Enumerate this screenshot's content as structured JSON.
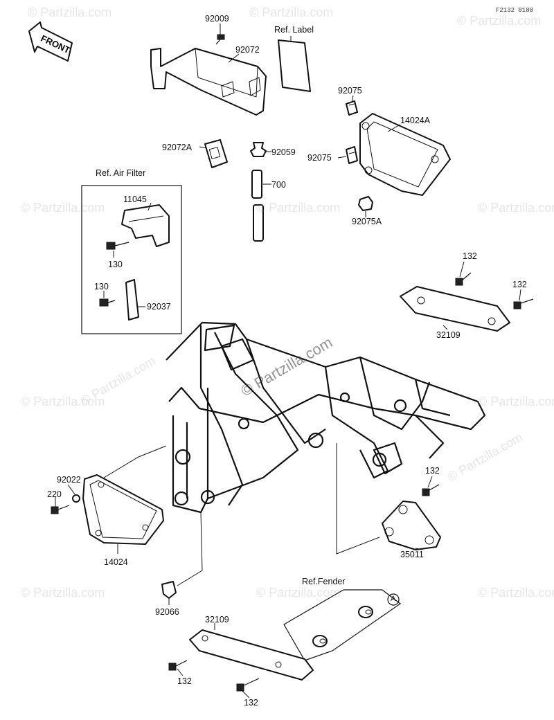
{
  "diagram_code": "F2132 0180",
  "front_arrow": "FRONT",
  "watermark": "© Partzilla.com",
  "watermark_small": "© Partzilla.com",
  "boxes": {
    "air_filter": "Ref. Air Filter",
    "fender": "Ref.Fender"
  },
  "labels": {
    "p92009": "92009",
    "ref_label": "Ref. Label",
    "p92072": "92072",
    "p92075_top": "92075",
    "p14024A": "14024A",
    "p92072A": "92072A",
    "p92059": "92059",
    "p92075_mid": "92075",
    "p700": "700",
    "p92075A": "92075A",
    "p11045": "11045",
    "p130_a": "130",
    "p130_b": "130",
    "p92037": "92037",
    "p132_a": "132",
    "p132_b": "132",
    "p32109_right": "32109",
    "p92022": "92022",
    "p220": "220",
    "p14024": "14024",
    "p132_c": "132",
    "p35011": "35011",
    "p92066": "92066",
    "p32109_bottom": "32109",
    "p132_d": "132",
    "p132_e": "132",
    "ref_A": "A"
  }
}
